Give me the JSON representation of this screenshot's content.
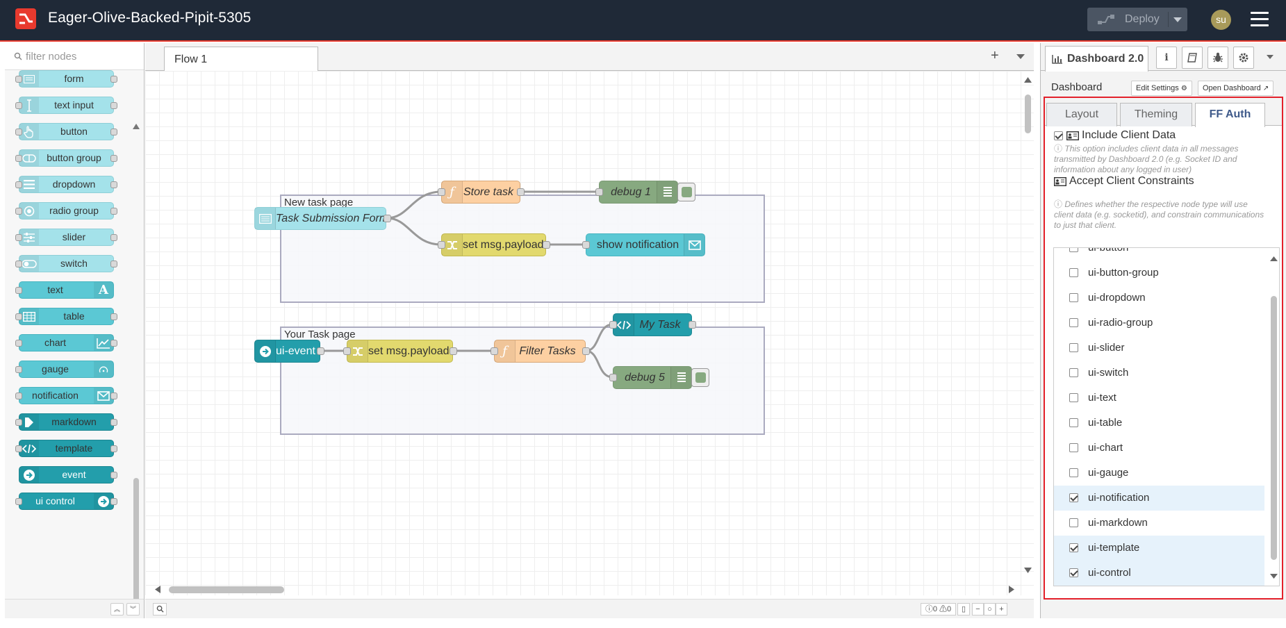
{
  "app": {
    "title": "Eager-Olive-Backed-Pipit-5305"
  },
  "header": {
    "deploy_label": "Deploy",
    "avatar_initials": "su",
    "brand_color": "#e83a2e"
  },
  "palette": {
    "search_placeholder": "filter nodes",
    "nodes": [
      {
        "label": "form",
        "icon": "form-icon",
        "port_left": true,
        "port_right": true
      },
      {
        "label": "text input",
        "icon": "text-cursor-icon",
        "port_left": true,
        "port_right": true
      },
      {
        "label": "button",
        "icon": "hand-pointer-icon",
        "port_left": true,
        "port_right": true
      },
      {
        "label": "button group",
        "icon": "toggle-group-icon",
        "port_left": true,
        "port_right": true
      },
      {
        "label": "dropdown",
        "icon": "list-icon",
        "port_left": true,
        "port_right": true
      },
      {
        "label": "radio group",
        "icon": "radio-icon",
        "port_left": true,
        "port_right": true
      },
      {
        "label": "slider",
        "icon": "sliders-icon",
        "port_left": true,
        "port_right": true
      },
      {
        "label": "switch",
        "icon": "switch-icon",
        "port_left": true,
        "port_right": true
      },
      {
        "label": "text",
        "icon": "font-icon",
        "port_left": true,
        "port_right": false
      },
      {
        "label": "table",
        "icon": "table-icon",
        "port_left": true,
        "port_right": true
      },
      {
        "label": "chart",
        "icon": "line-chart-icon",
        "port_left": true,
        "port_right": true
      },
      {
        "label": "gauge",
        "icon": "gauge-icon",
        "port_left": true,
        "port_right": false
      },
      {
        "label": "notification",
        "icon": "envelope-icon",
        "port_left": true,
        "port_right": true
      },
      {
        "label": "markdown",
        "icon": "markdown-icon",
        "port_left": true,
        "port_right": true
      },
      {
        "label": "template",
        "icon": "code-icon",
        "port_left": true,
        "port_right": true
      },
      {
        "label": "event",
        "icon": "arrow-circle-icon",
        "port_left": false,
        "port_right": true
      },
      {
        "label": "ui control",
        "icon": "arrow-circle-icon",
        "port_left": true,
        "port_right": true
      }
    ]
  },
  "workspace": {
    "tab_label": "Flow 1",
    "groups": [
      {
        "label": "New task page"
      },
      {
        "label": "Your Task page"
      }
    ],
    "nodes": {
      "task_form": "Task Submission Form",
      "store_task": "Store task",
      "debug1": "debug 1",
      "set_payload_1": "set msg.payload",
      "show_notification": "show notification",
      "ui_event": "ui-event",
      "set_payload_2": "set msg.payload",
      "filter_tasks": "Filter Tasks",
      "my_task": "My Task",
      "debug5": "debug 5"
    },
    "footer": {
      "errors": "0",
      "warnings": "0"
    }
  },
  "sidebar": {
    "tab_label": "Dashboard 2.0",
    "title": "Dashboard",
    "edit_settings_label": "Edit Settings",
    "open_dashboard_label": "Open Dashboard",
    "subtabs": [
      "Layout",
      "Theming",
      "FF Auth"
    ],
    "include_client_data": {
      "checked": true,
      "label": "Include Client Data",
      "description": "This option includes client data in all messages transmitted by Dashboard 2.0 (e.g. Socket ID and information about any logged in user)"
    },
    "accept_client_constraints": {
      "label": "Accept Client Constraints",
      "description": "Defines whether the respective node type will use client data (e.g. socketid), and constrain communications to just that client."
    },
    "constraint_items": [
      {
        "label": "ui-button",
        "checked": false
      },
      {
        "label": "ui-button-group",
        "checked": false
      },
      {
        "label": "ui-dropdown",
        "checked": false
      },
      {
        "label": "ui-radio-group",
        "checked": false
      },
      {
        "label": "ui-slider",
        "checked": false
      },
      {
        "label": "ui-switch",
        "checked": false
      },
      {
        "label": "ui-text",
        "checked": false
      },
      {
        "label": "ui-table",
        "checked": false
      },
      {
        "label": "ui-chart",
        "checked": false
      },
      {
        "label": "ui-gauge",
        "checked": false
      },
      {
        "label": "ui-notification",
        "checked": true
      },
      {
        "label": "ui-markdown",
        "checked": false
      },
      {
        "label": "ui-template",
        "checked": true
      },
      {
        "label": "ui-control",
        "checked": true
      }
    ]
  }
}
